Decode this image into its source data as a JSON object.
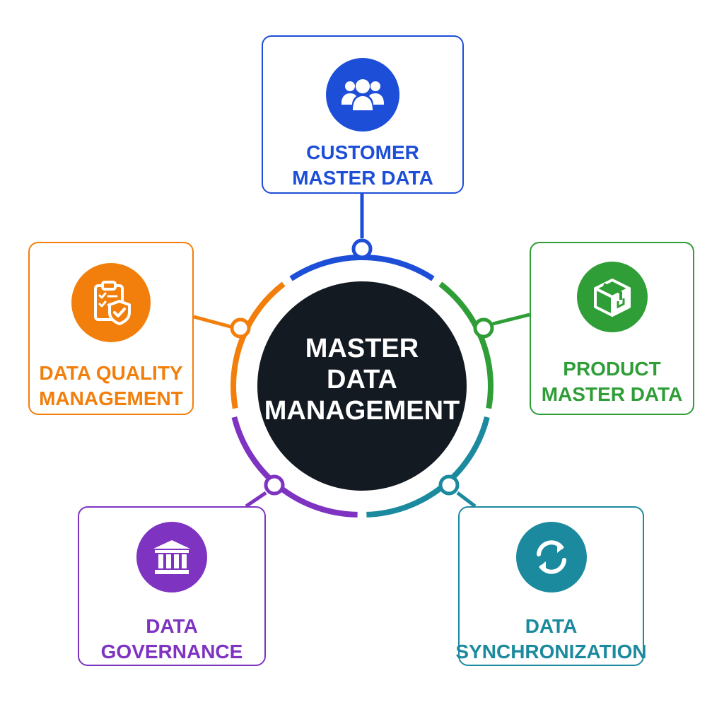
{
  "hub": {
    "line1": "MASTER",
    "line2": "DATA",
    "line3": "MANAGEMENT",
    "color": "#141a22"
  },
  "nodes": {
    "customer": {
      "line1": "CUSTOMER",
      "line2": "MASTER DATA",
      "color": "#1d4ed8",
      "icon": "users-group-icon"
    },
    "product": {
      "line1": "PRODUCT",
      "line2": "MASTER DATA",
      "color": "#2f9e37",
      "icon": "package-box-icon"
    },
    "sync": {
      "line1": "DATA",
      "line2": "SYNCHRONIZATION",
      "color": "#1c8a9e",
      "icon": "sync-arrows-icon"
    },
    "governance": {
      "line1": "DATA",
      "line2": "GOVERNANCE",
      "color": "#7e33c1",
      "icon": "institution-building-icon"
    },
    "quality": {
      "line1": "DATA QUALITY",
      "line2": "MANAGEMENT",
      "color": "#f27f0c",
      "icon": "clipboard-shield-icon"
    }
  }
}
